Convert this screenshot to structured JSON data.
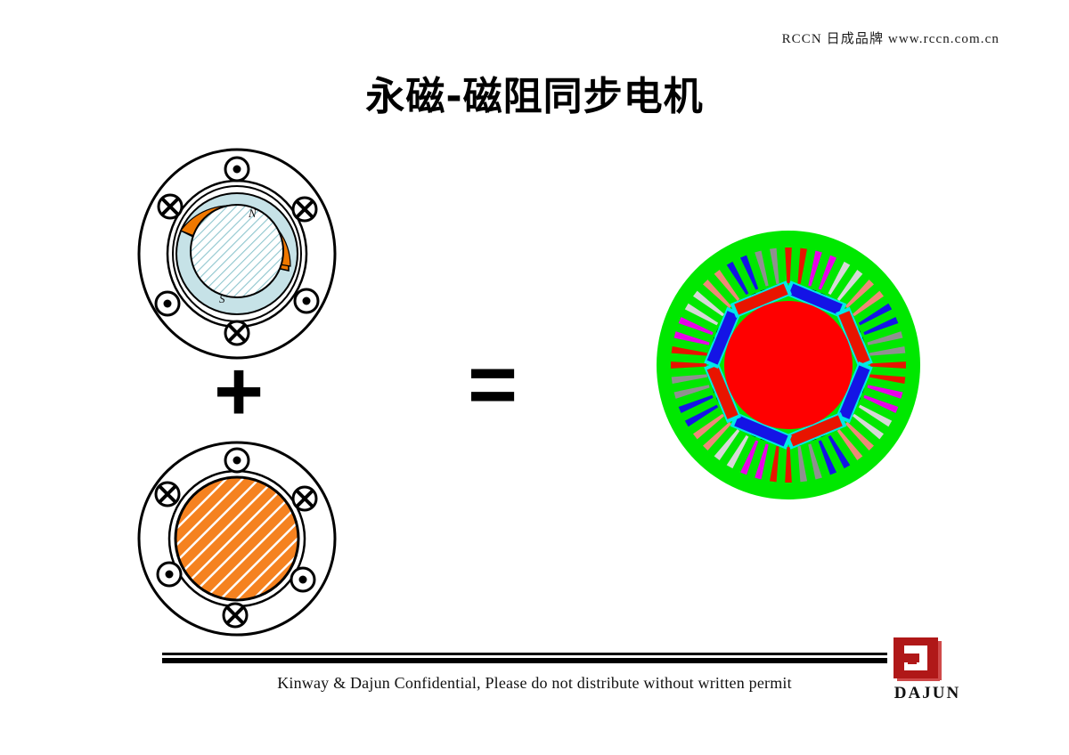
{
  "header": {
    "brand_line": "RCCN 日成品牌 www.rccn.com.cn"
  },
  "title": "永磁-磁阻同步电机",
  "operators": {
    "plus": "+",
    "equals": "="
  },
  "figures": {
    "permanent_magnet_rotor": {
      "name": "permanent-magnet-rotor-cross-section",
      "pole_north_label": "N",
      "pole_south_label": "S",
      "colors": {
        "north_arc": "#F07800",
        "south_arc": "#C6E2E7",
        "core_hatch": "#8FC6CE",
        "outline": "#000000",
        "body": "#FFFFFF"
      },
      "winding_symbols": [
        "dot",
        "cross",
        "cross",
        "dot",
        "dot",
        "cross"
      ]
    },
    "reluctance_rotor": {
      "name": "reluctance-rotor-cross-section",
      "colors": {
        "rotor_fill": "#F58220",
        "hatch_stripe": "#FFFFFF",
        "outline": "#000000",
        "body": "#FFFFFF"
      },
      "winding_symbols": [
        "dot",
        "cross",
        "cross",
        "dot",
        "dot",
        "cross"
      ]
    },
    "combined_motor": {
      "name": "pm-reluctance-synchronous-motor-cross-section",
      "colors": {
        "stator_green": "#00E800",
        "rotor_red": "#FF0000",
        "magnet_blue": "#1414E6",
        "magnet_red": "#E81400",
        "tip_cyan": "#00E8E8",
        "tooth_black": "#000000"
      },
      "slot_count": 48,
      "slot_color_sequence": [
        "#E81400",
        "#E81400",
        "#E800E8",
        "#E800E8",
        "#D8D8D8",
        "#D8D8D8",
        "#F08878",
        "#F08878",
        "#1414E6",
        "#1414E6",
        "#909090",
        "#909090"
      ],
      "inner_magnet_count": 8,
      "inner_magnet_colors": [
        "#1414E6",
        "#E81400"
      ]
    }
  },
  "footer": {
    "confidential_note": "Kinway & Dajun Confidential, Please do not distribute without written permit",
    "logo_text": "DAJUN",
    "logo_color": "#B01818"
  }
}
